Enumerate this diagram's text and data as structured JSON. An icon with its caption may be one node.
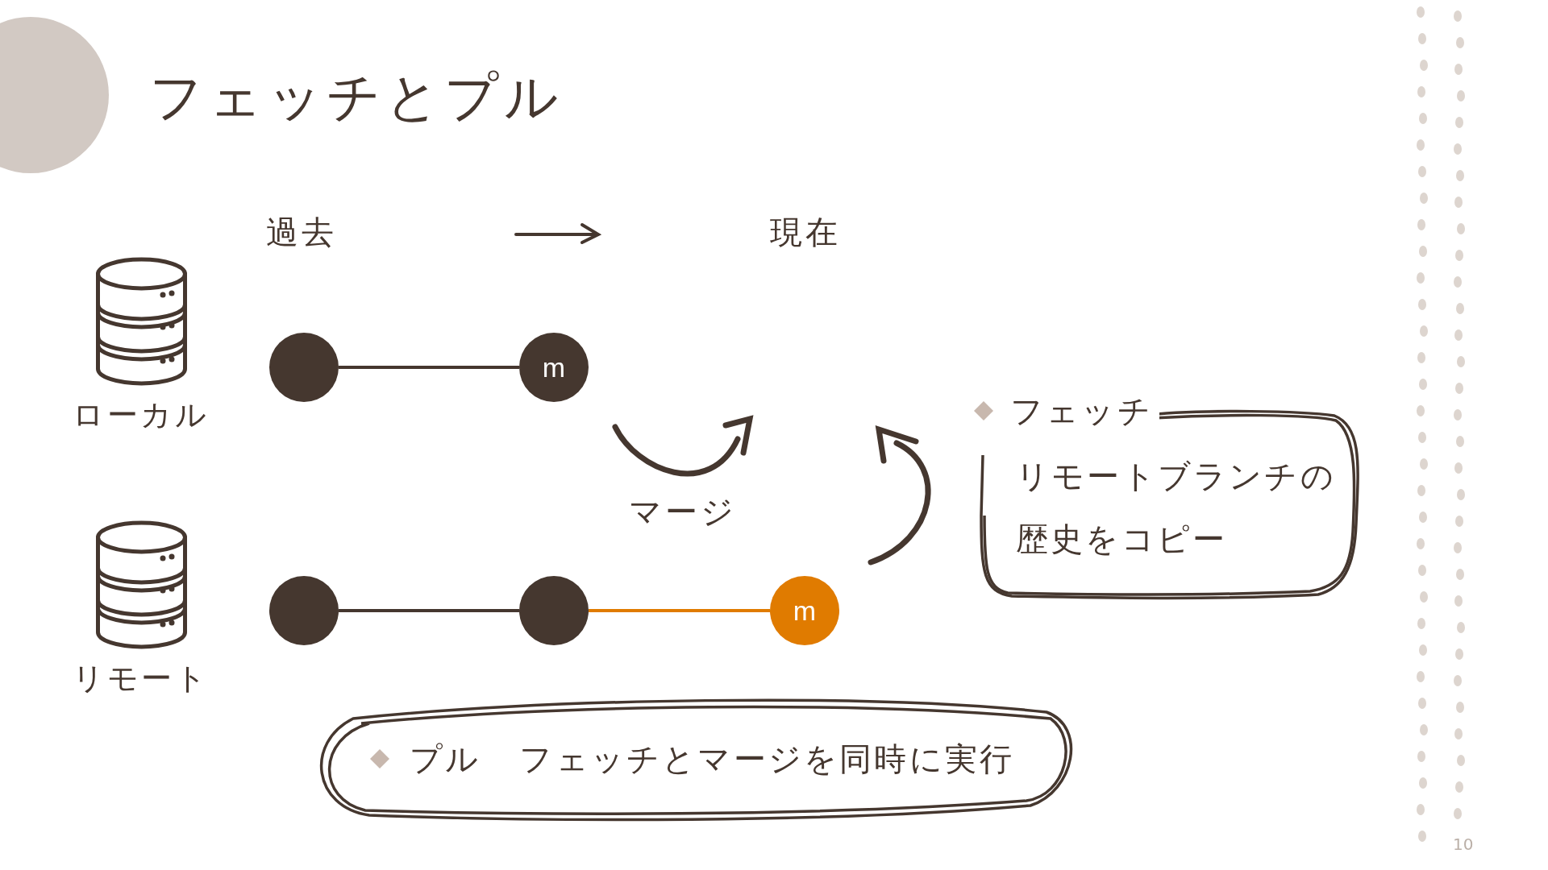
{
  "diagram": {
    "title": "フェッチとプル",
    "nodes": [
      {
        "text": [
          "ローカル"
        ]
      },
      {
        "text": [
          "リモート"
        ]
      },
      {
        "text": [],
        "shape": "circle"
      },
      {
        "text": [
          "m"
        ]
      },
      {
        "text": [],
        "shape": "circle"
      },
      {
        "text": [],
        "shape": "circle"
      },
      {
        "text": [
          "m"
        ]
      },
      {
        "text": [
          "フェッチ",
          "リモートブランチの歴史をコピー"
        ]
      },
      {
        "text": [
          "プル",
          "フェッチとマージを同時に実行"
        ]
      }
    ],
    "edges": [
      {
        "from": 2,
        "to": 3,
        "arrow": "none"
      },
      {
        "from": 4,
        "to": 5,
        "arrow": "none"
      },
      {
        "from": 5,
        "to": 6,
        "arrow": "none",
        "color": "#e07b00"
      }
    ],
    "labels": [
      "過去",
      "現在",
      "マージ",
      "10"
    ]
  }
}
